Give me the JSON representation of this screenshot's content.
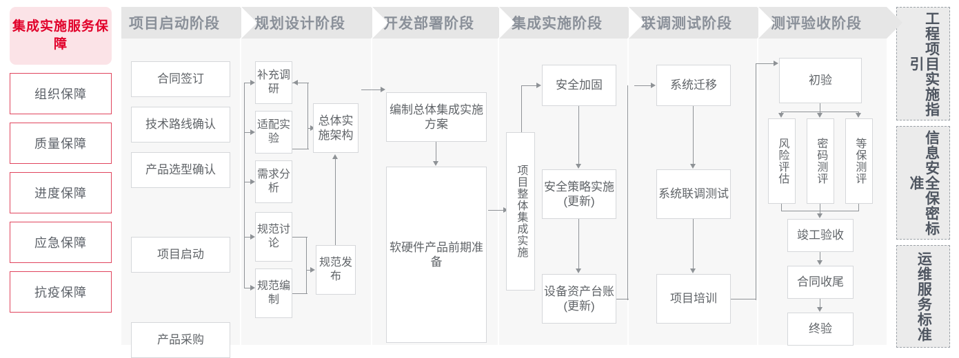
{
  "sidebar": {
    "header": "集成实施服务保障",
    "items": [
      {
        "label": "组织保障"
      },
      {
        "label": "质量保障"
      },
      {
        "label": "进度保障"
      },
      {
        "label": "应急保障"
      },
      {
        "label": "抗疫保障"
      }
    ]
  },
  "phases": [
    {
      "title": "项目启动阶段",
      "nodes": [
        {
          "label": "合同签订"
        },
        {
          "label": "技术路线确认"
        },
        {
          "label": "产品选型确认"
        },
        {
          "label": "项目启动"
        },
        {
          "label": "产品采购"
        }
      ]
    },
    {
      "title": "规划设计阶段",
      "nodes": [
        {
          "label": "补充调研"
        },
        {
          "label": "适配实验"
        },
        {
          "label": "需求分析"
        },
        {
          "label": "规范讨论"
        },
        {
          "label": "规范编制"
        },
        {
          "label": "规范发布"
        },
        {
          "label": "总体实施架构"
        }
      ]
    },
    {
      "title": "开发部署阶段",
      "nodes": [
        {
          "label": "编制总体集成实施方案"
        },
        {
          "label": "软硬件产品前期准备"
        }
      ]
    },
    {
      "title": "集成实施阶段",
      "nodes": [
        {
          "label": "项目整体集成实施"
        },
        {
          "label": "安全加固"
        },
        {
          "label": "安全策略实施(更新)"
        },
        {
          "label": "设备资产台账(更新)"
        }
      ]
    },
    {
      "title": "联调测试阶段",
      "nodes": [
        {
          "label": "系统迁移"
        },
        {
          "label": "系统联调测试"
        },
        {
          "label": "项目培训"
        }
      ]
    },
    {
      "title": "测评验收阶段",
      "nodes": [
        {
          "label": "初验"
        },
        {
          "label": "风险评估"
        },
        {
          "label": "密码测评"
        },
        {
          "label": "等保测评"
        },
        {
          "label": "竣工验收"
        },
        {
          "label": "合同收尾"
        },
        {
          "label": "终验"
        }
      ]
    }
  ],
  "rail": [
    {
      "label": "工程项目实施指引"
    },
    {
      "label": "信息安全保密标准"
    },
    {
      "label": "运维服务标准"
    }
  ],
  "colors": {
    "accent_red": "#e1002a",
    "accent_red_border": "#e0435c",
    "header_grey": "#e6e6e6",
    "header_text": "#8a9099",
    "panel_grey": "#f7f7f7",
    "node_border": "#d5d7da",
    "node_text": "#606468",
    "connector": "#8e9296",
    "rail_bg": "#ebebeb",
    "rail_border": "#9aa0a6"
  }
}
